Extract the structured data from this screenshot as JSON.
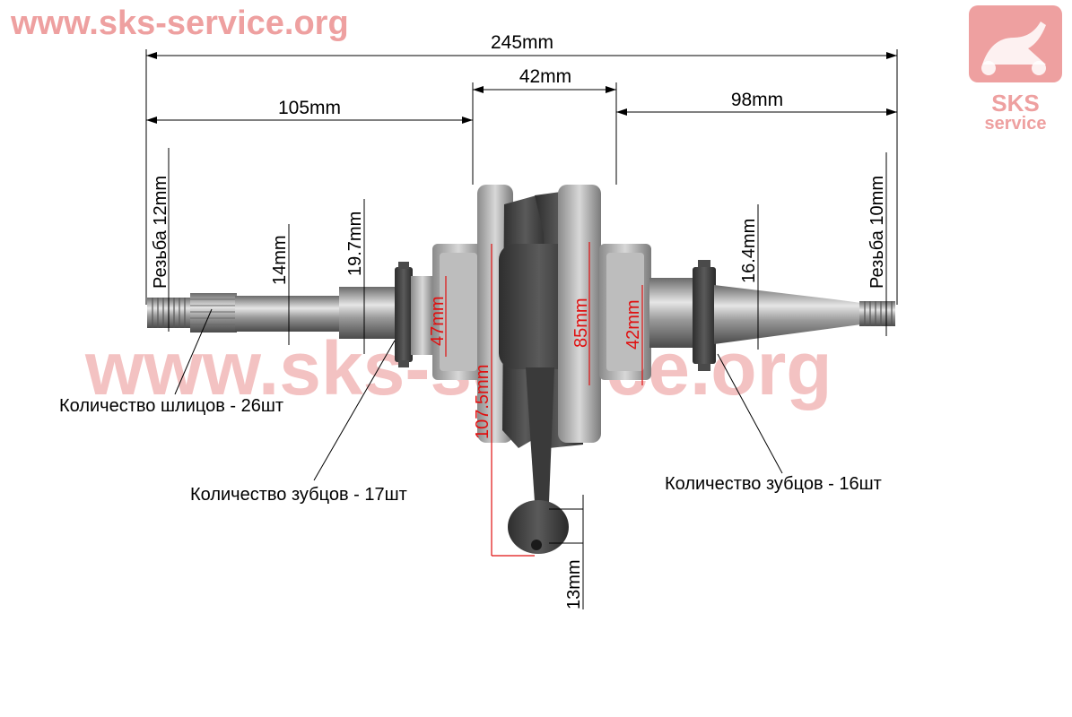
{
  "watermark": {
    "url_top": "www.sks-service.org",
    "url_center": "www.sks-service.org",
    "logo_text_line1": "SKS",
    "logo_text_line2": "service",
    "color": "#e8a0a0"
  },
  "dimensions": {
    "total_length": "245mm",
    "left_length": "105mm",
    "center_width": "42mm",
    "right_length": "98mm",
    "left_thread": "Резьба 12mm",
    "left_splined_diameter": "14mm",
    "left_shaft_diameter": "19.7mm",
    "left_bearing_diameter": "47mm",
    "flywheel_diameter": "85mm",
    "right_bearing_diameter": "42mm",
    "right_shaft_diameter": "16.4mm",
    "right_thread": "Резьба 10mm",
    "rod_length": "107.5mm",
    "small_end_diameter": "13mm"
  },
  "labels": {
    "splines_count": "Количество шлицов - 26шт",
    "left_teeth_count": "Количество зубцов - 17шт",
    "right_teeth_count": "Количество зубцов - 16шт"
  },
  "colors": {
    "dimension_black": "#000000",
    "dimension_red": "#e01010",
    "metal_light": "#c8c8c8",
    "metal_dark": "#3a3a3a"
  }
}
